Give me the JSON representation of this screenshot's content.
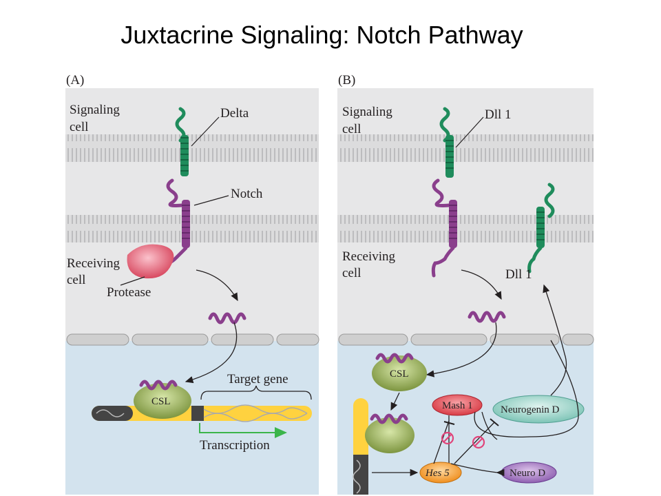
{
  "slide": {
    "title": "Juxtacrine Signaling: Notch Pathway"
  },
  "panel_a": {
    "tag": "(A)",
    "signaling_cell": [
      "Signaling",
      "cell"
    ],
    "receiving_cell": [
      "Receiving",
      "cell"
    ],
    "delta": "Delta",
    "notch": "Notch",
    "protease": "Protease",
    "csl": "CSL",
    "target_gene": "Target gene",
    "transcription": "Transcription"
  },
  "panel_b": {
    "tag": "(B)",
    "signaling_cell": [
      "Signaling",
      "cell"
    ],
    "receiving_cell": [
      "Receiving",
      "cell"
    ],
    "dll1_top": "Dll 1",
    "dll1_right": "Dll 1",
    "csl": "CSL",
    "mash1": "Mash 1",
    "neurogenin": "Neurogenin D",
    "hes5": "Hes 5",
    "neurod": "Neuro D"
  },
  "colors": {
    "cytoplasm": "#e7e7e8",
    "nucleus": "#d3e3ee",
    "membrane": "#d9d9da",
    "delta_green": "#1f8c5c",
    "notch_purple": "#8a3f8c",
    "protease_pink": "#e8667a",
    "csl_green": "#9fb058",
    "mash1_red": "#e8565e",
    "neurogenin_teal": "#9fd6cc",
    "hes5_orange": "#f4a640",
    "neurod_purple": "#a77ac0",
    "dna_yellow": "#ffd23f",
    "transcription_arrow": "#3bb54a",
    "inhibit_pink": "#e0447a"
  }
}
